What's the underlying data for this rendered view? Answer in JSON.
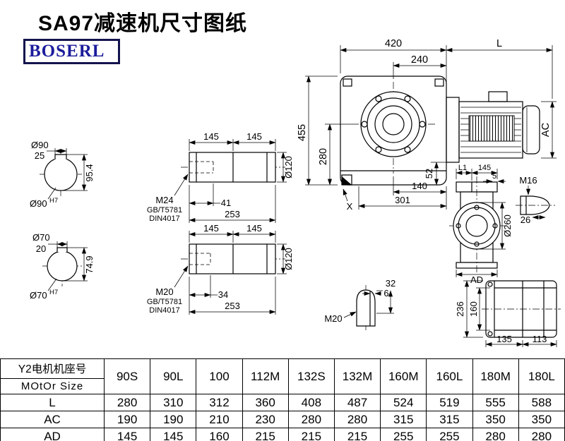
{
  "title": "SA97减速机尺寸图纸",
  "logo": "BOSERL",
  "main_view": {
    "w420": "420",
    "l": "L",
    "w240": "240",
    "h455": "455",
    "h280": "280",
    "ac": "AC",
    "h52": "52",
    "w140": "140",
    "w301": "301",
    "x": "X"
  },
  "side_view": {
    "l1": "L1",
    "w145": "145",
    "s5": "5",
    "m16": "M16",
    "d260": "Ø260",
    "k26": "26",
    "ad": "AD"
  },
  "bore90": {
    "dia": "Ø90",
    "key_w": "25",
    "key_h": "95.4",
    "bore": "Ø90",
    "tol": "H7"
  },
  "bore70": {
    "dia": "Ø70",
    "key_w": "20",
    "key_h": "74.9",
    "bore": "Ø70",
    "tol": "H7"
  },
  "shaft1": {
    "seg1": "145",
    "seg2": "145",
    "dia": "Ø120",
    "thread": "M24",
    "std1": "GB/T5781",
    "std2": "DIN4017",
    "depth": "41",
    "total": "253"
  },
  "shaft2": {
    "seg1": "145",
    "seg2": "145",
    "dia": "Ø120",
    "thread": "M20",
    "std1": "GB/T5781",
    "std2": "DIN4017",
    "depth": "34",
    "total": "253"
  },
  "m20_detail": {
    "thread": "M20",
    "k6": "6",
    "k32": "32"
  },
  "rear_view": {
    "h236": "236",
    "h160": "160",
    "w135": "135",
    "w113": "113"
  },
  "table": {
    "header": {
      "line1": "Y2电机机座号",
      "line2": "MOtOr Size"
    },
    "columns": [
      "90S",
      "90L",
      "100",
      "112M",
      "132S",
      "132M",
      "160M",
      "160L",
      "180M",
      "180L"
    ],
    "rows": [
      {
        "label": "L",
        "values": [
          "280",
          "310",
          "312",
          "360",
          "408",
          "487",
          "524",
          "519",
          "555",
          "588"
        ]
      },
      {
        "label": "AC",
        "values": [
          "190",
          "190",
          "210",
          "230",
          "280",
          "280",
          "315",
          "315",
          "350",
          "350"
        ]
      },
      {
        "label": "AD",
        "values": [
          "145",
          "145",
          "160",
          "215",
          "215",
          "215",
          "255",
          "255",
          "280",
          "280"
        ]
      }
    ]
  }
}
